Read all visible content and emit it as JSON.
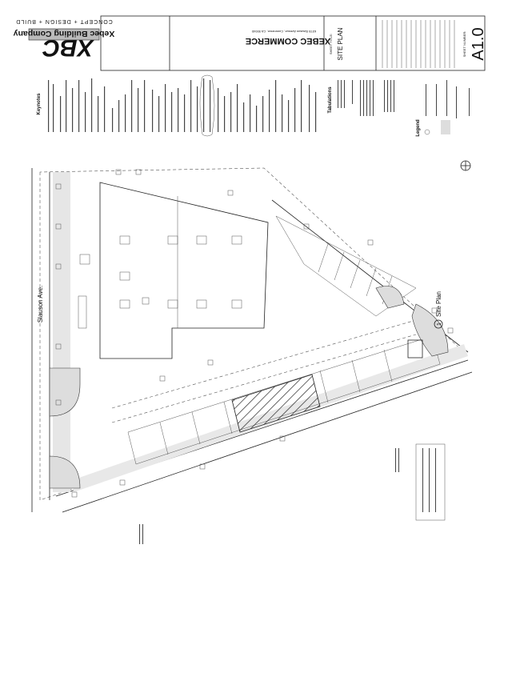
{
  "title_block": {
    "logo_text": "XBC",
    "company": "Xebec Building Company",
    "tagline": "CONCEPT + DESIGN + BUILD",
    "project_name": "XEBEC COMMERCE",
    "project_address": "6378 Slauson Avenue, Commerce, CA 90040",
    "sheet_title_label": "SHEET TITLE:",
    "sheet_title": "SITE PLAN",
    "sheet_number_label": "SHEET NUMBER:",
    "sheet_number": "A1.0"
  },
  "notes": {
    "keynotes_heading": "Keynotes",
    "tabulations_heading": "Tabulations",
    "legend_heading": "Legend"
  },
  "plan": {
    "street_label": "Slauson Ave.",
    "view_number": "1",
    "view_title": "Site Plan"
  }
}
